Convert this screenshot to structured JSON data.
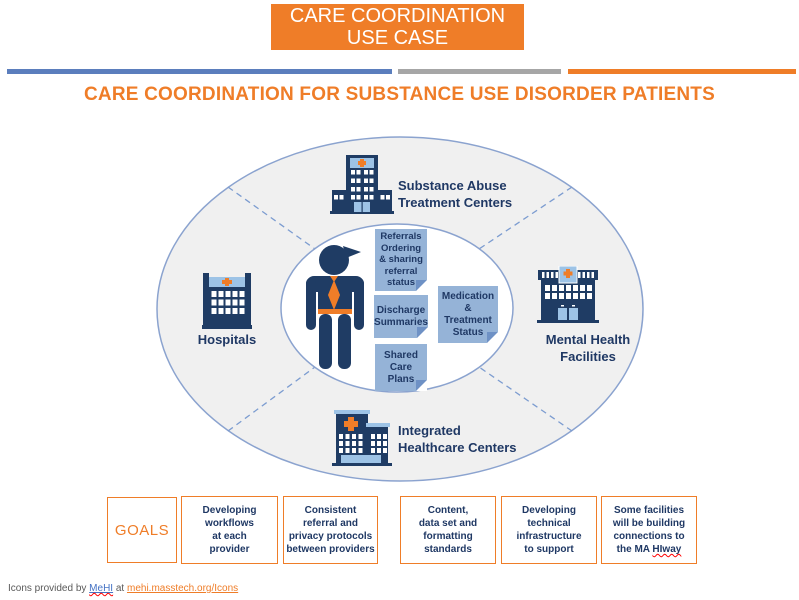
{
  "banner": {
    "line1": "CARE COORDINATION",
    "line2": "USE CASE"
  },
  "title": "CARE COORDINATION FOR SUBSTANCE USE DISORDER PATIENTS",
  "diagram": {
    "sectors": {
      "substance": {
        "line1": "Substance Abuse",
        "line2": "Treatment Centers"
      },
      "hospitals": {
        "label": "Hospitals"
      },
      "mental": {
        "line1": "Mental Health",
        "line2": "Facilities"
      },
      "integrated": {
        "line1": "Integrated",
        "line2": "Healthcare Centers"
      }
    },
    "notes": {
      "referrals": {
        "title": "Referrals",
        "body": "Ordering\n& sharing\nreferral\nstatus"
      },
      "discharge": {
        "body": "Discharge\nSummaries"
      },
      "medication": {
        "body": "Medication\n&\nTreatment\nStatus"
      },
      "shared": {
        "body": "Shared\nCare\nPlans"
      }
    },
    "icons": [
      "substance-abuse-treatment-center-building-icon",
      "hospital-building-icon",
      "mental-health-facility-building-icon",
      "integrated-healthcare-center-building-icon",
      "patient-person-icon"
    ]
  },
  "goals": {
    "label": "GOALS",
    "boxes": [
      {
        "text": "Developing\nworkflows\nat each\nprovider"
      },
      {
        "text": "Consistent\nreferral and\nprivacy protocols\nbetween providers"
      },
      {
        "text": "Content,\ndata set and\nformatting\nstandards"
      },
      {
        "text": "Developing\ntechnical\ninfrastructure\nto support"
      },
      {
        "text": "Some facilities\nwill be building\nconnections to\nthe MA",
        "misspelled": "HIway"
      }
    ]
  },
  "footer": {
    "prefix": "Icons provided by",
    "mehi_link": "MeHI",
    "connector": "at",
    "url_link": "mehi.masstech.org/Icons"
  },
  "colors": {
    "orange": "#EF7D28",
    "navy": "#1F3864",
    "note_blue": "#95B3D7",
    "bar_blue": "#5B7EBD",
    "bar_gray": "#A6A6A6",
    "ellipse_fill": "#F0F0F0",
    "ellipse_stroke": "#8BA3CF"
  }
}
